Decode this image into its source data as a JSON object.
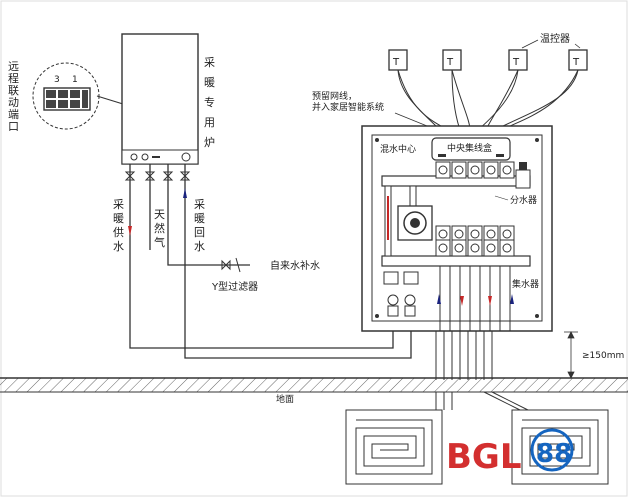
{
  "labels": {
    "remote_port": "远程联动端口",
    "remote_port_numbers": [
      "3",
      "1"
    ],
    "boiler": "采暖专用炉",
    "supply_water": "采暖供水",
    "natural_gas": "天然气",
    "return_water": "采暖回水",
    "tap_water_makeup": "自来水补水",
    "y_filter": "Y型过滤器",
    "thermostat": "温控器",
    "thermostat_letter": "T",
    "reserved_network": "预留网线，并入家居智能系统",
    "central_junction_box": "中央集线盒",
    "mixing_center": "混水中心",
    "water_divider": "分水器",
    "water_collector": "集水器",
    "height_note": "≥150mm",
    "ground": "地面",
    "watermark_brand": "BGL",
    "watermark_number": "88"
  },
  "colors": {
    "line": "#333333",
    "pipe_red": "#c62828",
    "pipe_blue": "#1a237e",
    "ground_hatch": "#555555",
    "brand_red": "#d32f2f",
    "brand_blue": "#1565c0"
  }
}
